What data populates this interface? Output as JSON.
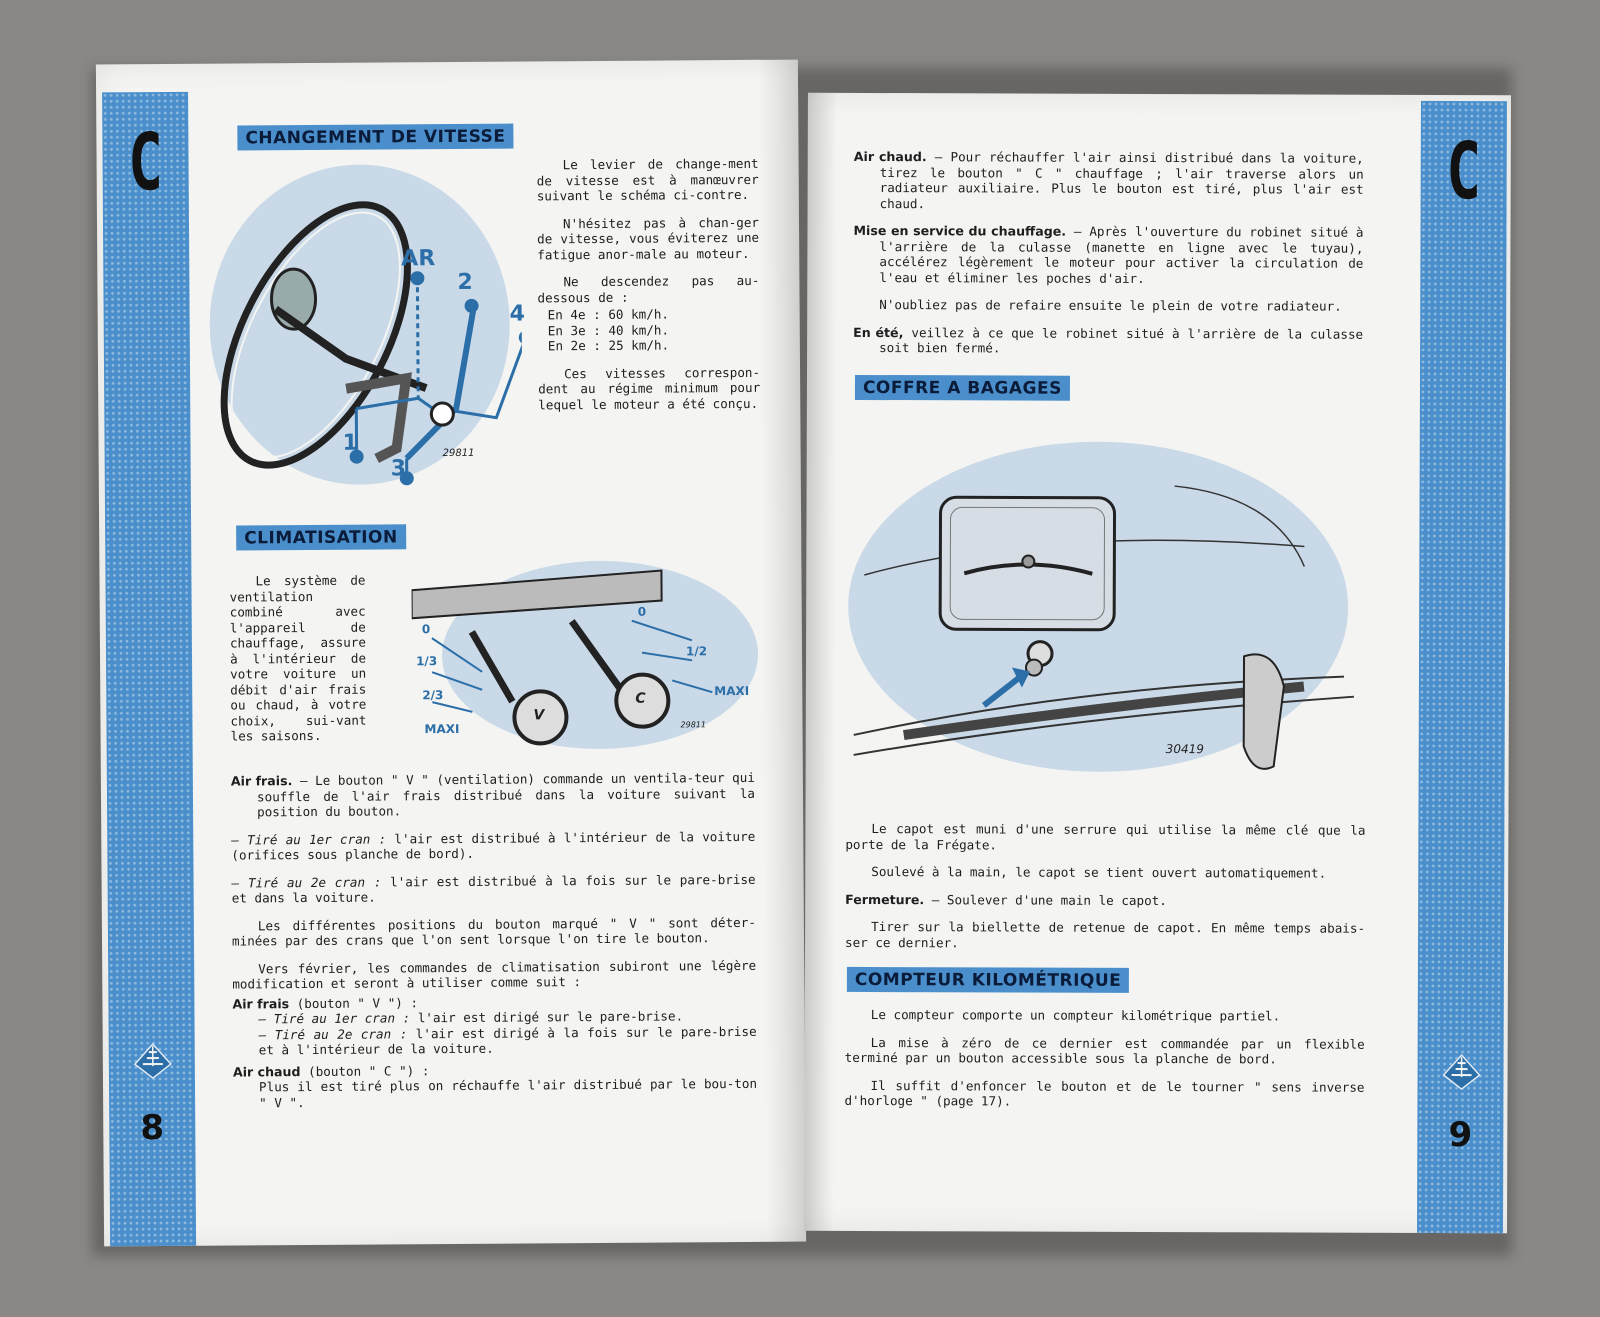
{
  "left_page": {
    "band_letter": "C",
    "page_number": "8",
    "gear": {
      "heading": "Changement de vitesse",
      "p1": "Le levier de change-ment de vitesse est à manœuvrer suivant le schéma ci-contre.",
      "p2": "N'hésitez pas à chan-ger de vitesse, vous éviterez une fatigue anor-male au moteur.",
      "p3": "Ne descendez pas au-dessous de :",
      "speeds": [
        "En 4e : 60 km/h.",
        "En 3e : 40 km/h.",
        "En 2e : 25 km/h."
      ],
      "p4": "Ces vitesses correspon-dent au régime minimum pour lequel le moteur a été conçu.",
      "diagram_labels": {
        "ar": "AR",
        "g1": "1",
        "g2": "2",
        "g3": "3",
        "g4": "4",
        "ref": "29811"
      }
    },
    "clim": {
      "heading": "Climatisation",
      "intro": "Le système de ventilation combiné avec l'appareil de chauffage, assure à l'intérieur de votre voiture un débit d'air frais ou chaud, à votre choix, sui-vant les saisons.",
      "diagram_labels": {
        "zero_l": "0",
        "third": "1/3",
        "two_third": "2/3",
        "maxi_l": "MAXI",
        "zero_r": "0",
        "half": "1/2",
        "maxi_r": "MAXI",
        "knob_v": "V",
        "knob_c": "C",
        "ref": "29811"
      },
      "air_frais_label": "Air frais.",
      "air_frais_text": " — Le bouton \" V \" (ventilation) commande un ventila-teur qui souffle de l'air frais distribué dans la voiture suivant la position du bouton.",
      "cran1_label": "— Tiré au 1er cran :",
      "cran1_text": " l'air est distribué à l'intérieur de la voiture (orifices sous planche de bord).",
      "cran2_label": "— Tiré au 2e cran :",
      "cran2_text": " l'air est distribué à la fois sur le pare-brise et dans la voiture.",
      "positions": "Les différentes positions du bouton marqué \" V \" sont déter-minées par des crans que l'on sent lorsque l'on tire le bouton.",
      "fevrier": "Vers février, les commandes de climatisation subiront une légère modification et seront à utiliser comme suit :",
      "af2_label": "Air frais",
      "af2_text": " (bouton \" V \") :",
      "af2_c1_label": "— Tiré au 1er cran :",
      "af2_c1_text": " l'air est dirigé sur le pare-brise.",
      "af2_c2_label": "— Tiré au 2e cran :",
      "af2_c2_text": " l'air est dirigé à la fois sur le pare-brise et à l'intérieur de la voiture.",
      "ac_label": "Air chaud",
      "ac_text": " (bouton \" C \") :",
      "ac_detail": "Plus il est tiré plus on réchauffe l'air distribué par le bou-ton \" V \"."
    }
  },
  "right_page": {
    "band_letter": "C",
    "page_number": "9",
    "chauffage": {
      "air_chaud_label": "Air chaud.",
      "air_chaud_text": " — Pour réchauffer l'air ainsi distribué dans la voiture, tirez le bouton \" C \" chauffage ; l'air traverse alors un radiateur auxiliaire. Plus le bouton est tiré, plus l'air est chaud.",
      "mise_label": "Mise en service du chauffage.",
      "mise_text": " — Après l'ouverture du robinet situé à l'arrière de la culasse (manette en ligne avec le tuyau), accélérez légèrement le moteur pour activer la circulation de l'eau et éliminer les poches d'air.",
      "oubliez": "N'oubliez pas de refaire ensuite le plein de votre radiateur.",
      "ete_label": "En été,",
      "ete_text": " veillez à ce que le robinet situé à l'arrière de la culasse soit bien fermé."
    },
    "coffre": {
      "heading": "Coffre a bagages",
      "ref": "30419",
      "p1": "Le capot est muni d'une serrure qui utilise la même clé que la porte de la Frégate.",
      "p2": "Soulevé à la main, le capot se tient ouvert automatiquement.",
      "fermeture_label": "Fermeture.",
      "fermeture_text": " — Soulever d'une main le capot.",
      "p4": "Tirer sur la biellette de retenue de capot. En même temps abais-ser ce dernier."
    },
    "compteur": {
      "heading": "Compteur kilométrique",
      "p1": "Le compteur comporte un compteur kilométrique partiel.",
      "p2": "La mise à zéro de ce dernier est commandée par un flexible terminé par un bouton accessible sous la planche de bord.",
      "p3": "Il suffit d'enfoncer le bouton et de le tourner \" sens inverse d'horloge \" (page 17)."
    }
  },
  "colors": {
    "accent_blue": "#4a8fcb",
    "paper": "#f4f5f2",
    "ink": "#1e1e1e",
    "illustration_bg": "#c9d9e8"
  }
}
